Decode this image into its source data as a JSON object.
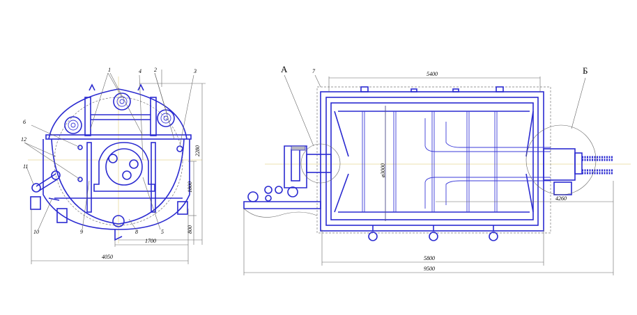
{
  "left_view": {
    "callouts": [
      "1",
      "2",
      "3",
      "4",
      "5",
      "6",
      "8",
      "9",
      "10",
      "11",
      "12"
    ],
    "dimensions": {
      "overall_width": "4050",
      "offset": "1700",
      "overall_height": "2280",
      "axis_height": "1800",
      "base_height": "800"
    }
  },
  "right_view": {
    "section_marks": {
      "a": "А",
      "b": "Б"
    },
    "callout_7": "7",
    "dimensions": {
      "inner_length": "5400",
      "diameter": "ø3000",
      "shaft": "4260",
      "body_length": "5800",
      "overall_length": "9500"
    }
  },
  "colors": {
    "line": "#2a2ad0",
    "dimension": "#666666",
    "axis": "#d8c060"
  }
}
